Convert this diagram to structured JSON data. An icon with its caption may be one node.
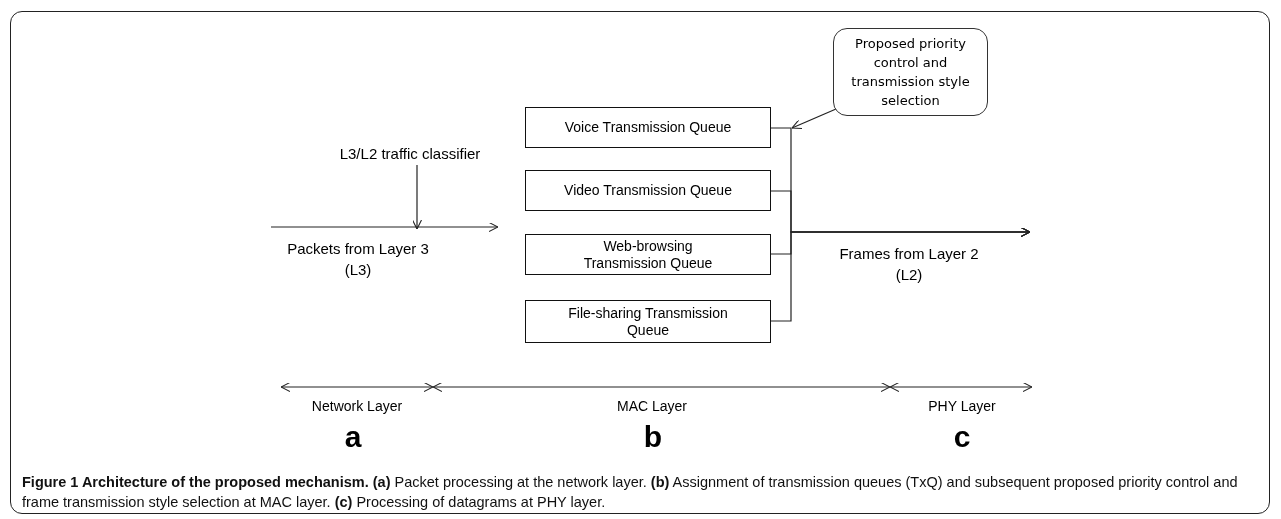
{
  "diagram": {
    "caption": "**Figure 1 Architecture of the proposed mechanism.** **(a)** Packet processing at the network layer. **(b)** Assignment of transmission queues (TxQ) and subsequent proposed priority control and frame transmission style selection at MAC layer. **(c)** Processing of datagrams at PHY layer.",
    "nodes": [
      {
        "text": [
          "L3/L2 traffic classifier"
        ]
      },
      {
        "text": [
          "Packets from Layer 3 (L3)"
        ]
      },
      {
        "text": [
          "Proposed priority control and transmission style selection"
        ]
      },
      {
        "text": [
          "Voice Transmission Queue"
        ]
      },
      {
        "text": [
          "Video Transmission Queue"
        ]
      },
      {
        "text": [
          "Web-browsing Transmission Queue"
        ]
      },
      {
        "text": [
          "File-sharing Transmission Queue"
        ]
      }
    ],
    "edges": [
      {
        "from": 0,
        "to": 1,
        "arrow": "to"
      },
      {
        "from": 2,
        "to": 3,
        "arrow": "to"
      },
      {
        "from": 3,
        "to": null,
        "arrow": "to"
      },
      {
        "from": 4,
        "to": null,
        "arrow": "to"
      },
      {
        "from": 5,
        "to": null,
        "arrow": "to"
      },
      {
        "from": 6,
        "to": null,
        "arrow": "to"
      }
    ],
    "labels": [
      "Frames from Layer 2 (L2)",
      "Network Layer",
      "MAC Layer",
      "PHY Layer",
      "a",
      "b",
      "c"
    ]
  }
}
